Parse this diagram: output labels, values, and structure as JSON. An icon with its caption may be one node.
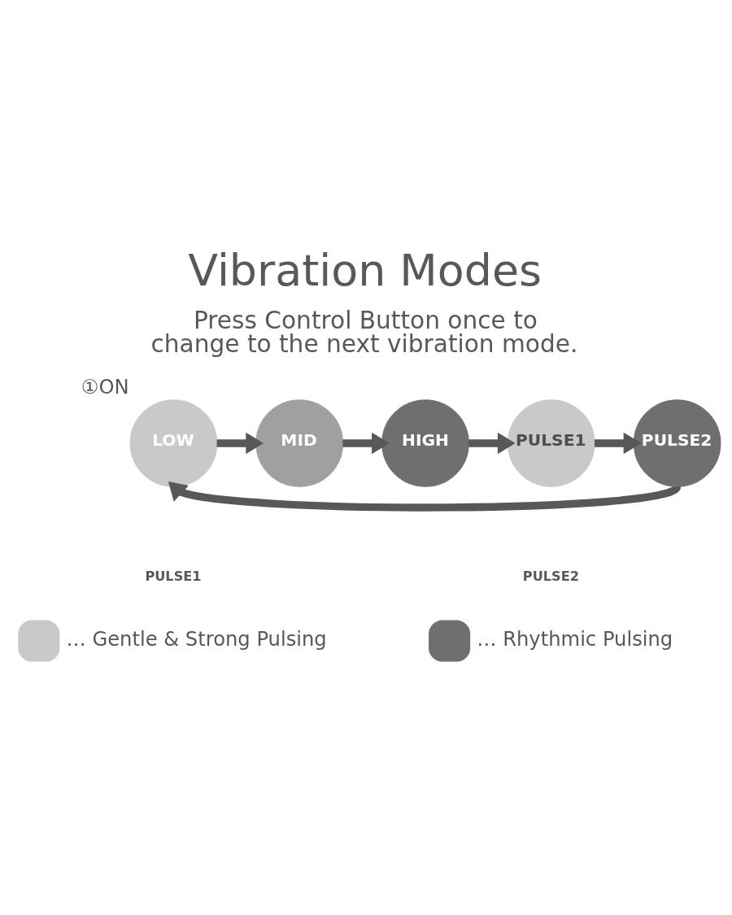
{
  "diagram": {
    "title": "Vibration Modes",
    "caption": "Press Control Button once to change to the next vibration mode.",
    "nodes": [
      {
        "text": [
          "LOW"
        ],
        "beside": [
          "①ON"
        ]
      },
      {
        "text": [
          "MID"
        ]
      },
      {
        "text": [
          "HIGH"
        ]
      },
      {
        "text": [
          "PULSE1"
        ]
      },
      {
        "text": [
          "PULSE2"
        ]
      }
    ],
    "edges": [
      {
        "from": 0,
        "to": 1,
        "arrow": "to"
      },
      {
        "from": 1,
        "to": 2,
        "arrow": "to"
      },
      {
        "from": 2,
        "to": 3,
        "arrow": "to"
      },
      {
        "from": 3,
        "to": 4,
        "arrow": "to"
      },
      {
        "from": 4,
        "to": 0,
        "arrow": "to"
      }
    ],
    "labels": [
      "PULSE1",
      "PULSE2"
    ],
    "legend": [
      {
        "text": "… Gentle & Strong Pulsing",
        "color": "#c9c9ca"
      },
      {
        "text": "… Rhythmic Pulsing",
        "color": "#6f6f6f"
      }
    ]
  }
}
